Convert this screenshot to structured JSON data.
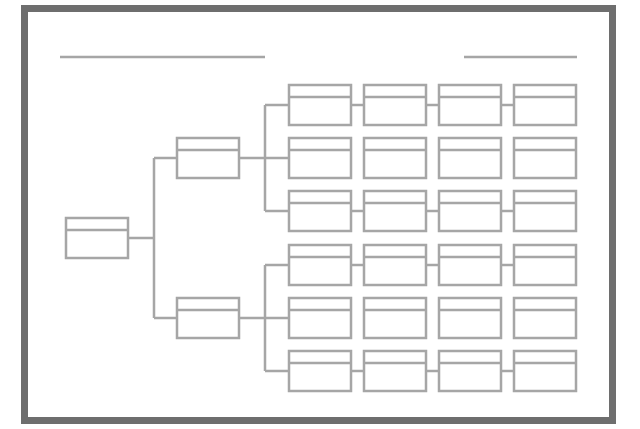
{
  "diagram": {
    "style": {
      "frame_color": "#6e6e6e",
      "line_color": "#a6a6a6",
      "background": "#ffffff"
    },
    "root": {
      "id": "root"
    },
    "level1": [
      {
        "id": "branch-1"
      },
      {
        "id": "branch-2"
      }
    ],
    "grid": {
      "rows": 6,
      "columns": 4,
      "branch_rows": [
        [
          0,
          1,
          2
        ],
        [
          3,
          4,
          5
        ]
      ]
    },
    "row_links": [
      [
        true,
        true,
        true
      ],
      [
        false,
        false,
        false
      ],
      [
        true,
        true,
        true
      ],
      [
        true,
        true,
        true
      ],
      [
        false,
        false,
        false
      ],
      [
        true,
        true,
        true
      ]
    ]
  }
}
